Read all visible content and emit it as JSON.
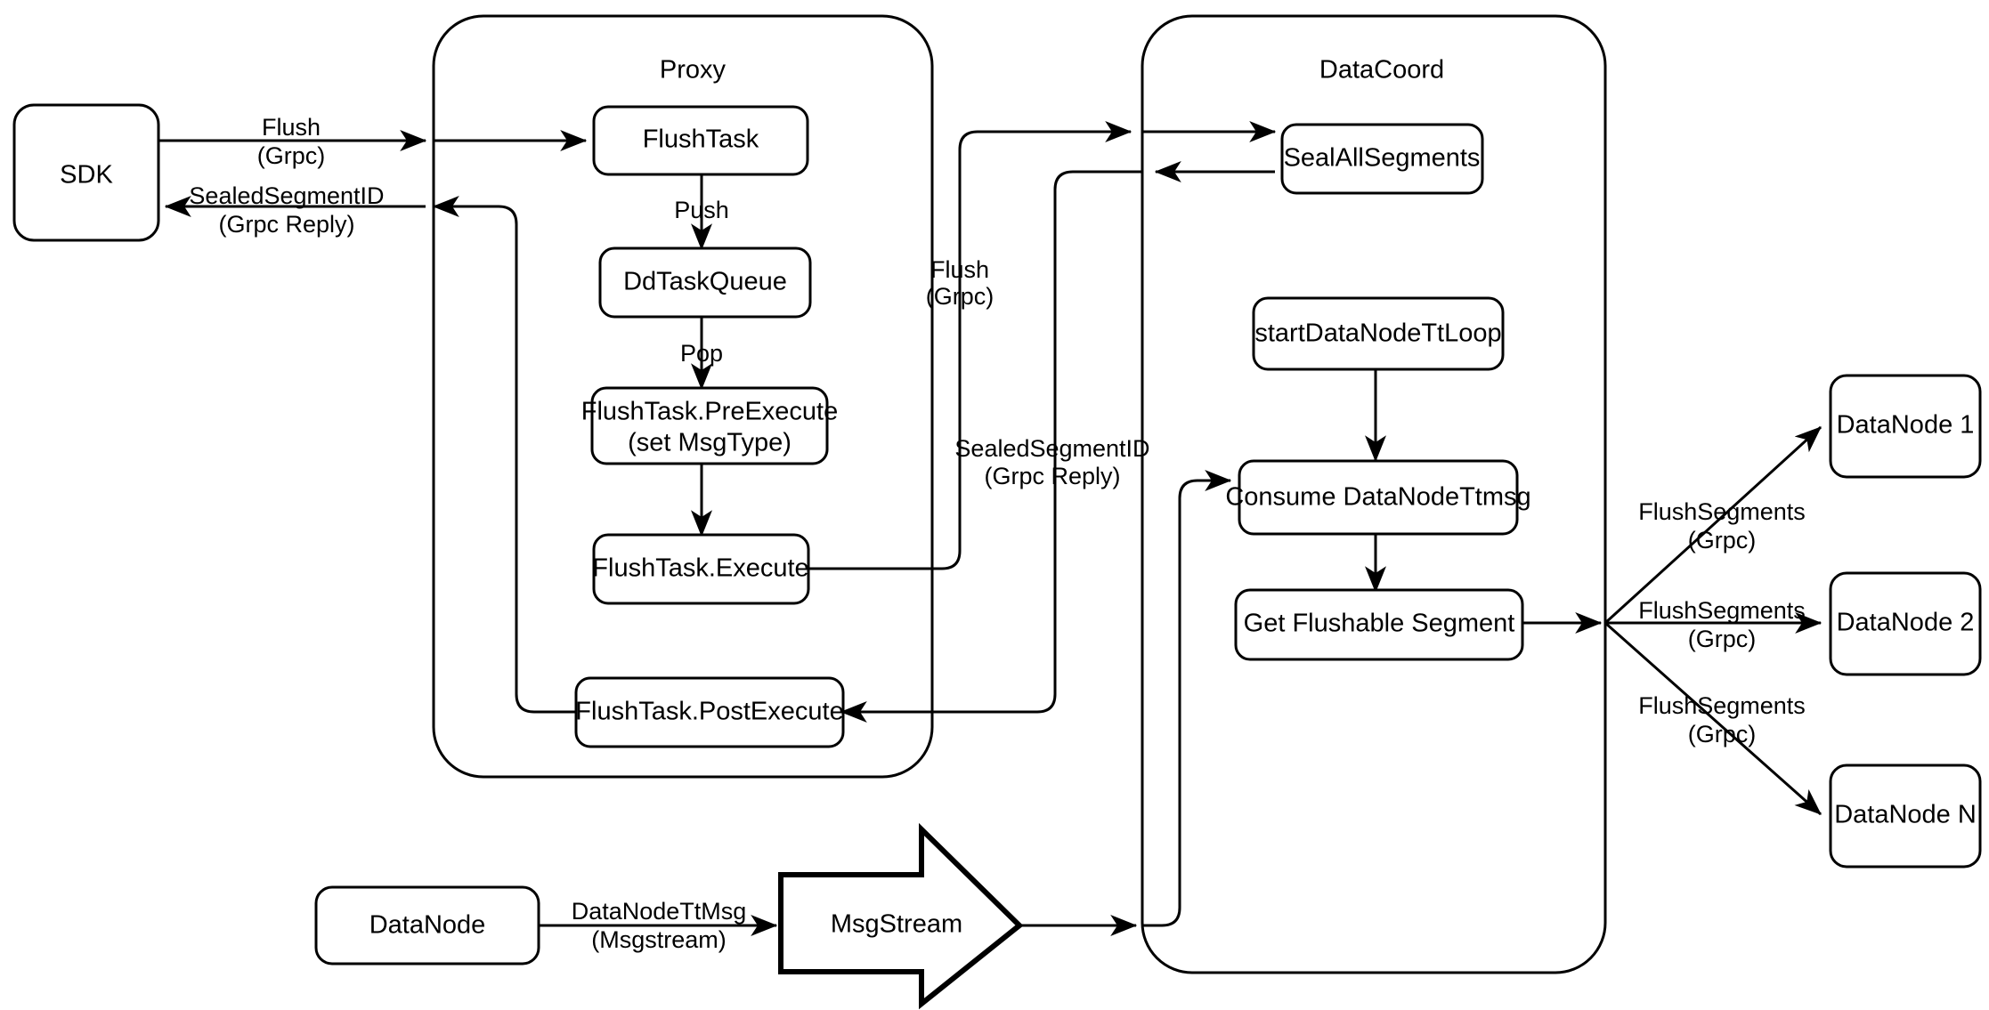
{
  "diagram": {
    "title": "Milvus Flush Flow",
    "background_color": "#ffffff",
    "stroke_color": "#000000"
  },
  "containers": [
    {
      "id": "proxy",
      "label": "Proxy"
    },
    {
      "id": "datacoord",
      "label": "DataCoord"
    }
  ],
  "nodes": {
    "sdk": {
      "label": "SDK"
    },
    "flush_task": {
      "label": "FlushTask"
    },
    "dd_task_queue": {
      "label": "DdTaskQueue"
    },
    "pre_execute_line1": {
      "label": "FlushTask.PreExecute"
    },
    "pre_execute_line2": {
      "label": "(set MsgType)"
    },
    "execute": {
      "label": "FlushTask.Execute"
    },
    "post_execute": {
      "label": "FlushTask.PostExecute"
    },
    "seal_all_segments": {
      "label": "SealAllSegments"
    },
    "start_tt_loop": {
      "label": "startDataNodeTtLoop"
    },
    "consume_tt_msg": {
      "label": "Consume DataNodeTtmsg"
    },
    "get_flushable_segment": {
      "label": "Get Flushable Segment"
    },
    "datanode_1": {
      "label": "DataNode 1"
    },
    "datanode_2": {
      "label": "DataNode 2"
    },
    "datanode_n": {
      "label": "DataNode N"
    },
    "datanode_src": {
      "label": "DataNode"
    },
    "msgstream": {
      "label": "MsgStream"
    }
  },
  "edge_labels": {
    "sdk_flush_l1": "Flush",
    "sdk_flush_l2": "(Grpc)",
    "sdk_reply_l1": "SealedSegmentID",
    "sdk_reply_l2": "(Grpc Reply)",
    "push": "Push",
    "pop": "Pop",
    "proxy_flush_l1": "Flush",
    "proxy_flush_l2": "(Grpc)",
    "proxy_reply_l1": "SealedSegmentID",
    "proxy_reply_l2": "(Grpc Reply)",
    "ttmsg_l1": "DataNodeTtMsg",
    "ttmsg_l2": "(Msgstream)",
    "flushseg1_l1": "FlushSegments",
    "flushseg1_l2": "(Grpc)",
    "flushseg2_l1": "FlushSegments",
    "flushseg2_l2": "(Grpc)",
    "flushseg3_l1": "FlushSegments",
    "flushseg3_l2": "(Grpc)"
  }
}
